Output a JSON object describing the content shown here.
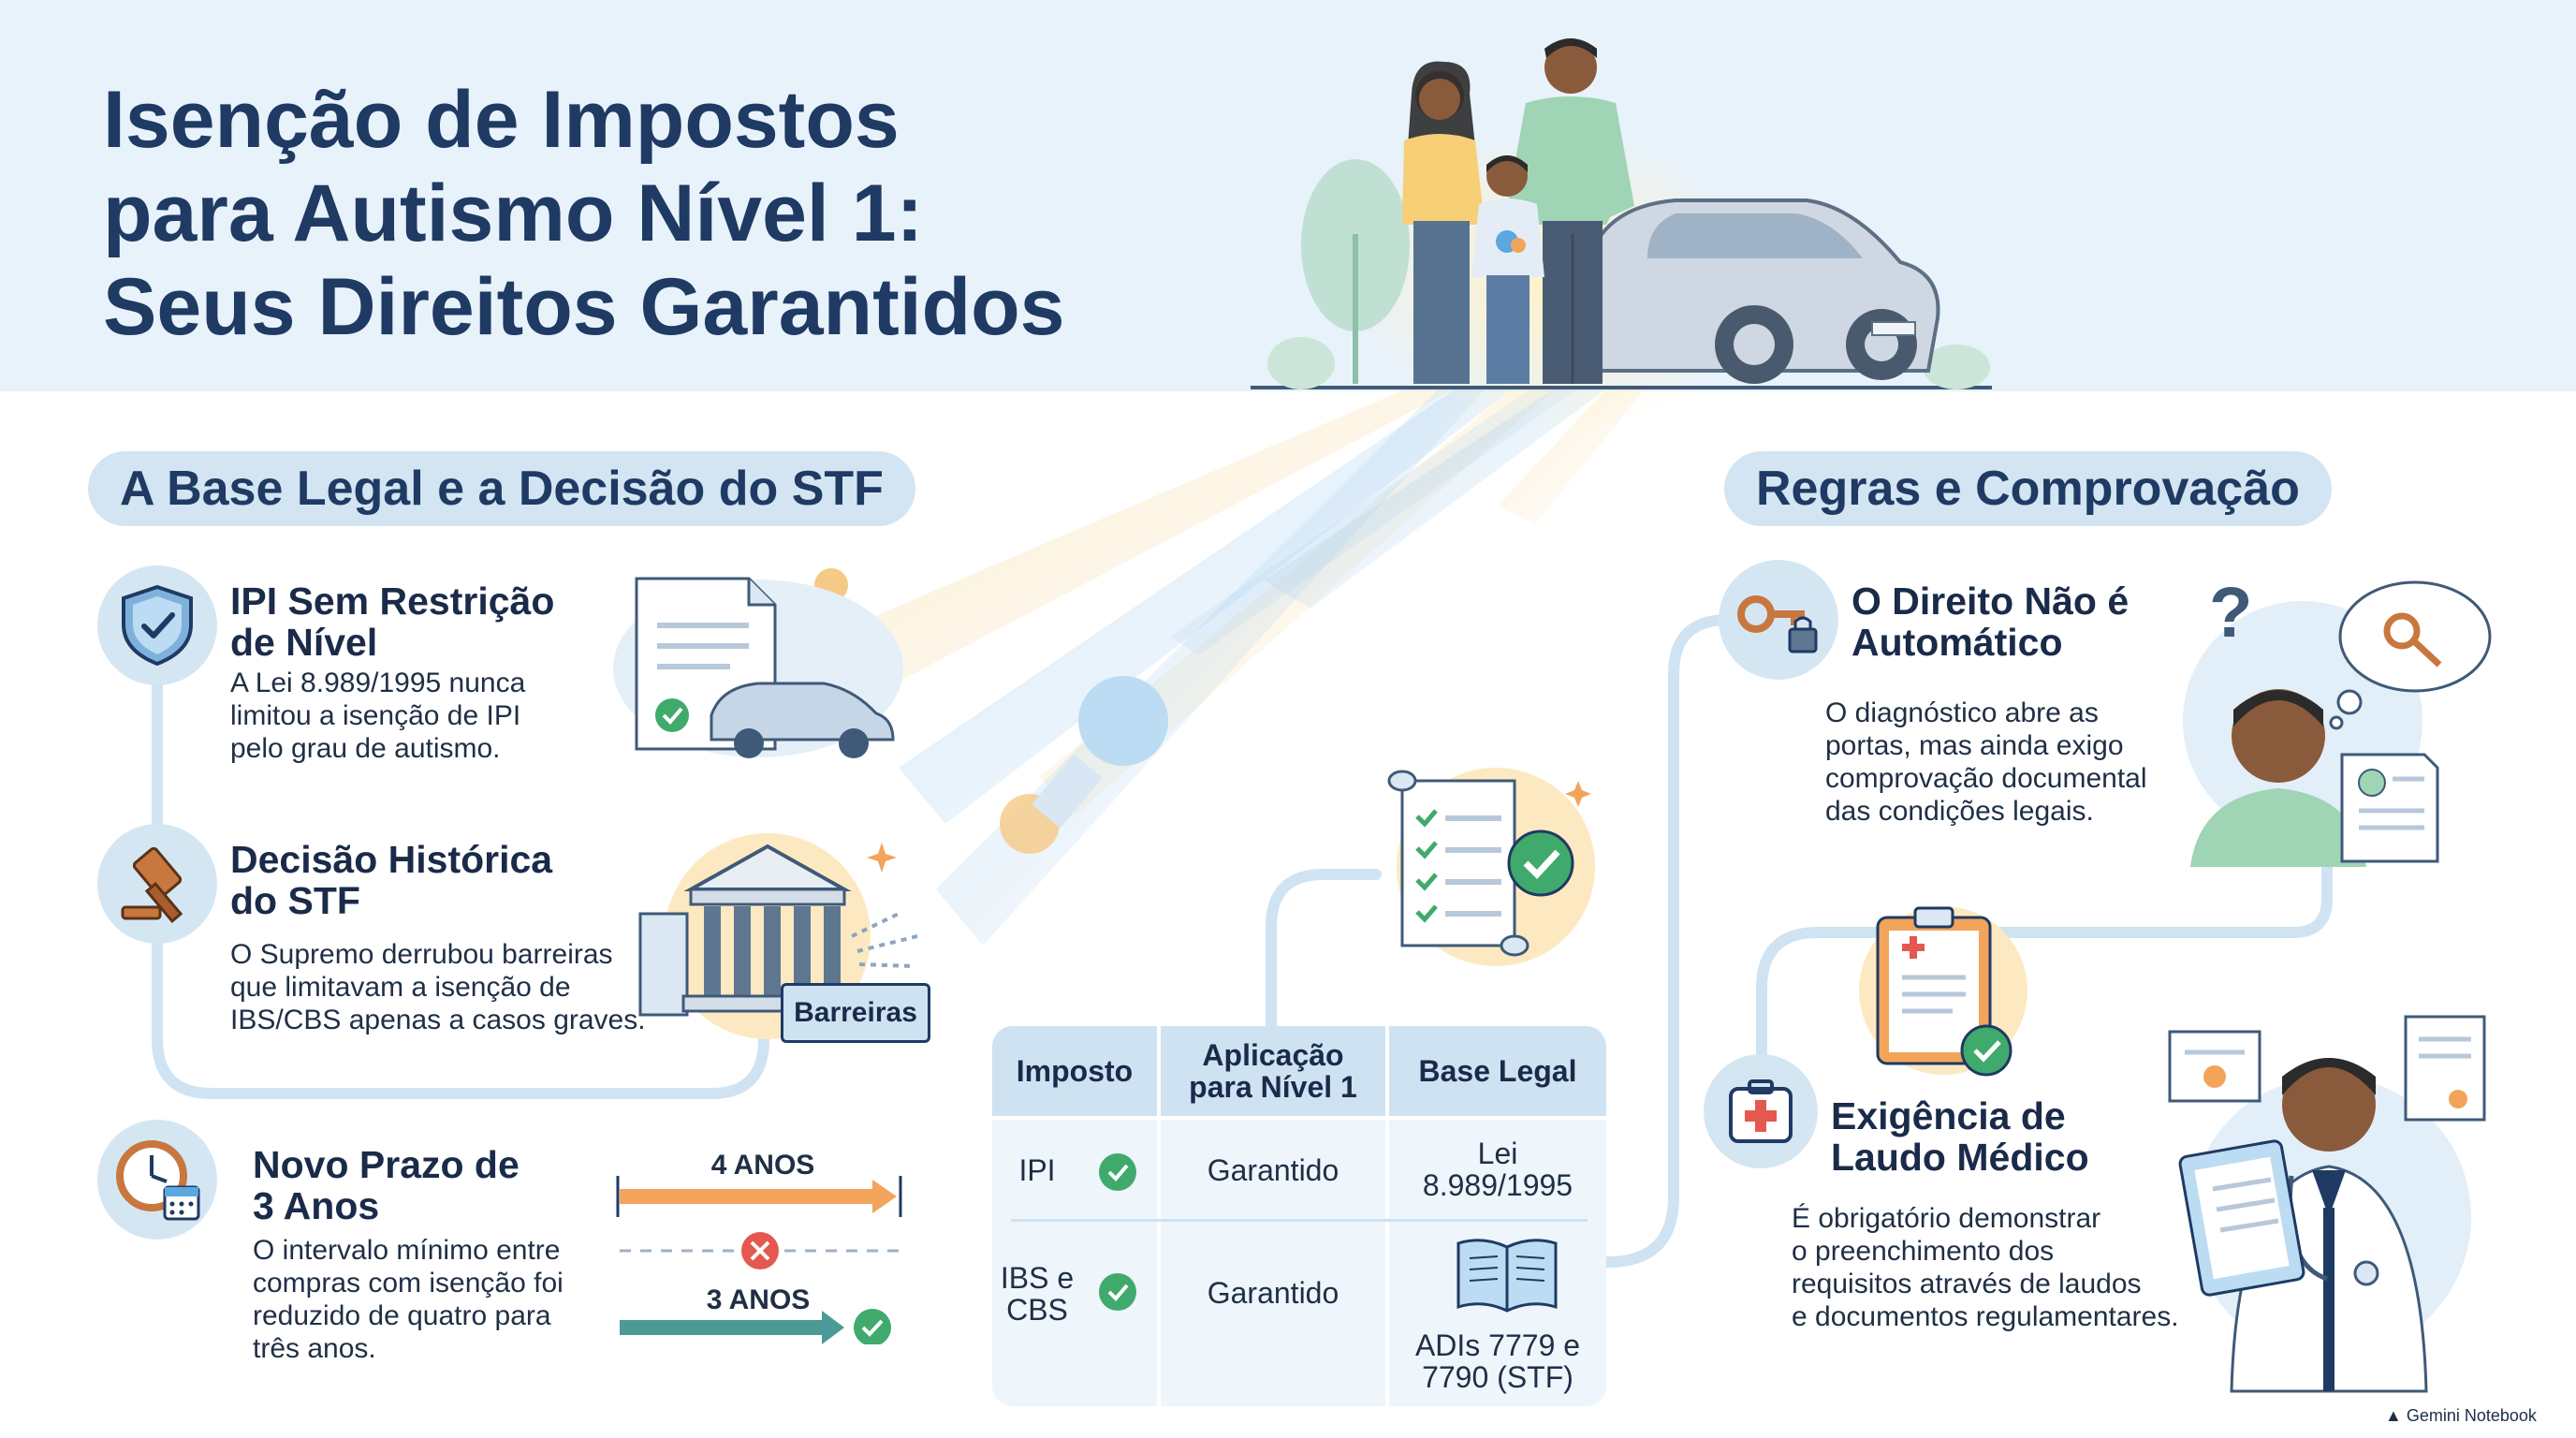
{
  "title": {
    "line1": "Isenção de Impostos",
    "line2": "para Autismo Nível 1:",
    "line3": "Seus Direitos Garantidos"
  },
  "left_section": {
    "title": "A Base Legal e a Decisão do STF",
    "items": [
      {
        "title_l1": "IPI Sem Restrição",
        "title_l2": "de Nível",
        "text_l1": "A Lei 8.989/1995 nunca",
        "text_l2": "limitou a isenção de IPI",
        "text_l3": "pelo grau de autismo.",
        "icon": "shield-check-icon"
      },
      {
        "title_l1": "Decisão Histórica",
        "title_l2": "do STF",
        "text_l1": "O Supremo derrubou barreiras",
        "text_l2": "que limitavam a isenção de",
        "text_l3": "IBS/CBS apenas a casos graves.",
        "icon": "gavel-icon"
      },
      {
        "title_l1": "Novo Prazo de",
        "title_l2": "3 Anos",
        "text_l1": "O intervalo mínimo entre",
        "text_l2": "compras com isenção foi",
        "text_l3": "reduzido de quatro para",
        "text_l4": "três anos.",
        "icon": "clock-calendar-icon"
      }
    ],
    "barrier_label": "Barreiras",
    "timeline": {
      "old_label": "4 ANOS",
      "new_label": "3 ANOS"
    }
  },
  "table": {
    "headers": [
      "Imposto",
      "Aplicação para Nível 1",
      "Base Legal"
    ],
    "rows": [
      {
        "tax": "IPI",
        "application": "Garantido",
        "legal_l1": "Lei",
        "legal_l2": "8.989/1995"
      },
      {
        "tax_l1": "IBS e",
        "tax_l2": "CBS",
        "application": "Garantido",
        "legal_l1": "ADIs 7779 e",
        "legal_l2": "7790 (STF)"
      }
    ]
  },
  "right_section": {
    "title": "Regras e Comprovação",
    "items": [
      {
        "title_l1": "O Direito Não é",
        "title_l2": "Automático",
        "text_l1": "O diagnóstico abre as",
        "text_l2": "portas, mas ainda exigo",
        "text_l3": "comprovação documental",
        "text_l4": "das condições legais.",
        "icon": "key-lock-icon"
      },
      {
        "title_l1": "Exigência de",
        "title_l2": "Laudo Médico",
        "text_l1": "É obrigatório demonstrar",
        "text_l2": "o preenchimento dos",
        "text_l3": "requisitos através de laudos",
        "text_l4": "e documentos regulamentares.",
        "icon": "medical-kit-icon"
      }
    ]
  },
  "footer": {
    "brand": "Gemini Notebook"
  },
  "colors": {
    "navy": "#1f3a63",
    "pill": "#d3e4f2",
    "accent_orange": "#f3a45b",
    "accent_teal": "#4c9a95",
    "check_green": "#3faa6c",
    "error_red": "#e5584f"
  }
}
